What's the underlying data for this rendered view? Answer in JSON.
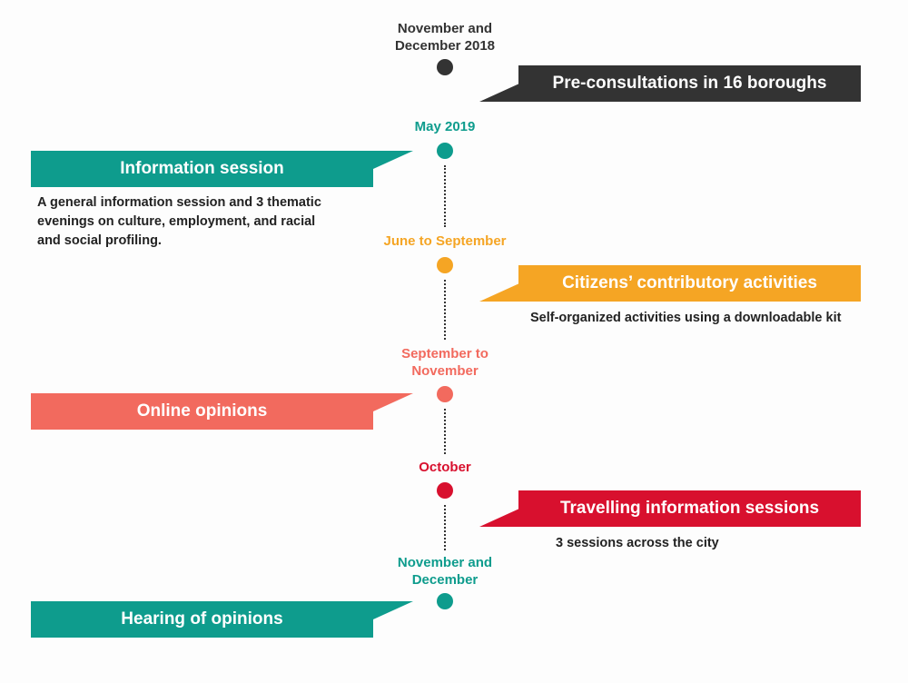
{
  "events": [
    {
      "id": "preconsultations",
      "date": "November and December 2018",
      "date_lines": [
        "November and",
        "December 2018"
      ],
      "title": "Pre-consultations in 16 boroughs",
      "description": "",
      "color": "#333333"
    },
    {
      "id": "information-session",
      "date": "May 2019",
      "date_lines": [
        "May 2019"
      ],
      "title": "Information session",
      "description_lines": [
        "A general information session and 3 thematic",
        "evenings on culture, employment, and racial",
        "and social profiling."
      ],
      "color": "#0E9C8D"
    },
    {
      "id": "citizens-activities",
      "date": "June to September",
      "date_lines": [
        "June to September"
      ],
      "title": "Citizens’ contributory activities",
      "description_lines": [
        "Self-organized activities using a downloadable kit"
      ],
      "color": "#F5A524"
    },
    {
      "id": "online-opinions",
      "date": "September to November",
      "date_lines": [
        "September to",
        "November"
      ],
      "title": "Online opinions",
      "description_lines": [],
      "color": "#F26A5E"
    },
    {
      "id": "travelling-sessions",
      "date": "October",
      "date_lines": [
        "October"
      ],
      "title": "Travelling information sessions",
      "description_lines": [
        "3 sessions across the city"
      ],
      "color": "#D8102E"
    },
    {
      "id": "hearing-of-opinions",
      "date": "November and December",
      "date_lines": [
        "November and",
        "December"
      ],
      "title": "Hearing of opinions",
      "description_lines": [],
      "color": "#0E9C8D"
    }
  ]
}
